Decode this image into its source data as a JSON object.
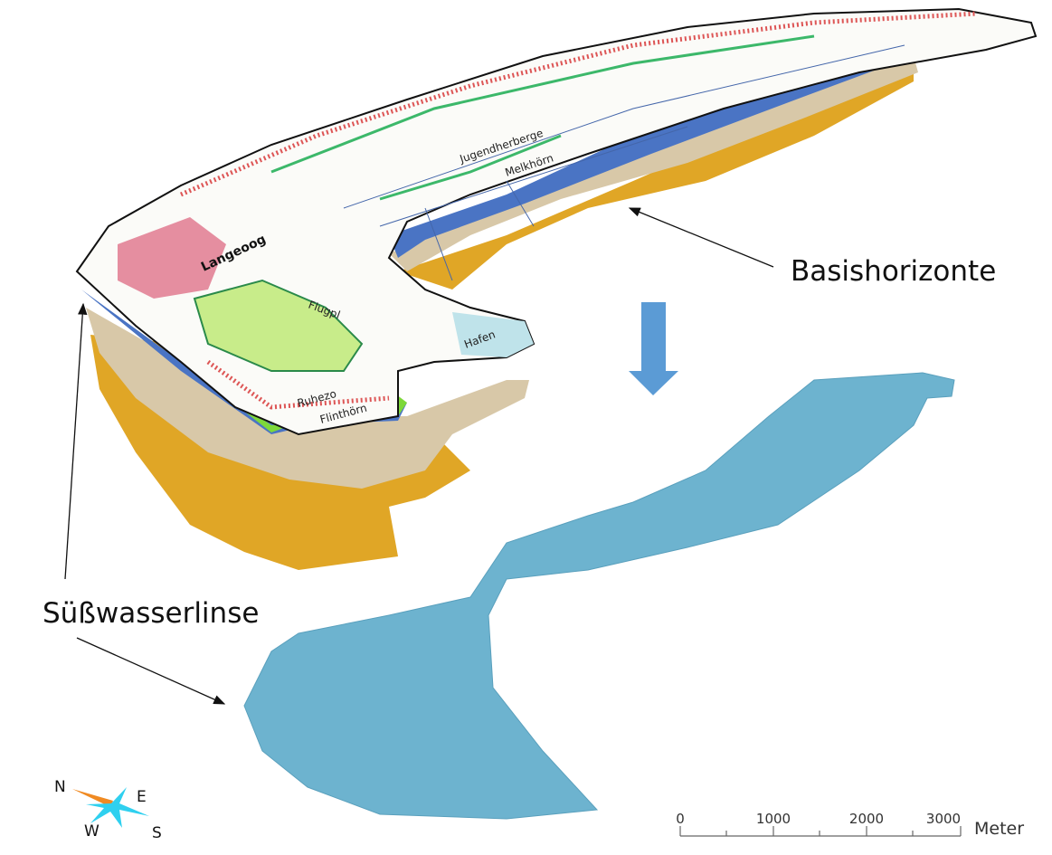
{
  "annotations": {
    "basis": "Basishorizonte",
    "lens": "Süßwasserlinse"
  },
  "map_labels": [
    "Langeoog",
    "Flugpl",
    "Hafen",
    "Ruhezo",
    "Flinthörn",
    "Jugendherberge",
    "Melkhörn"
  ],
  "scale_bar": {
    "ticks": [
      "0",
      "1000",
      "2000",
      "3000"
    ],
    "unit": "Meter"
  },
  "compass": {
    "n": "N",
    "e": "E",
    "s": "S",
    "w": "W"
  },
  "colors": {
    "base_orange": "#e0a626",
    "tan": "#d8c8a8",
    "blue_layer": "#4a74c4",
    "lens": "#6db3cf",
    "arrow": "#5b9bd5"
  }
}
